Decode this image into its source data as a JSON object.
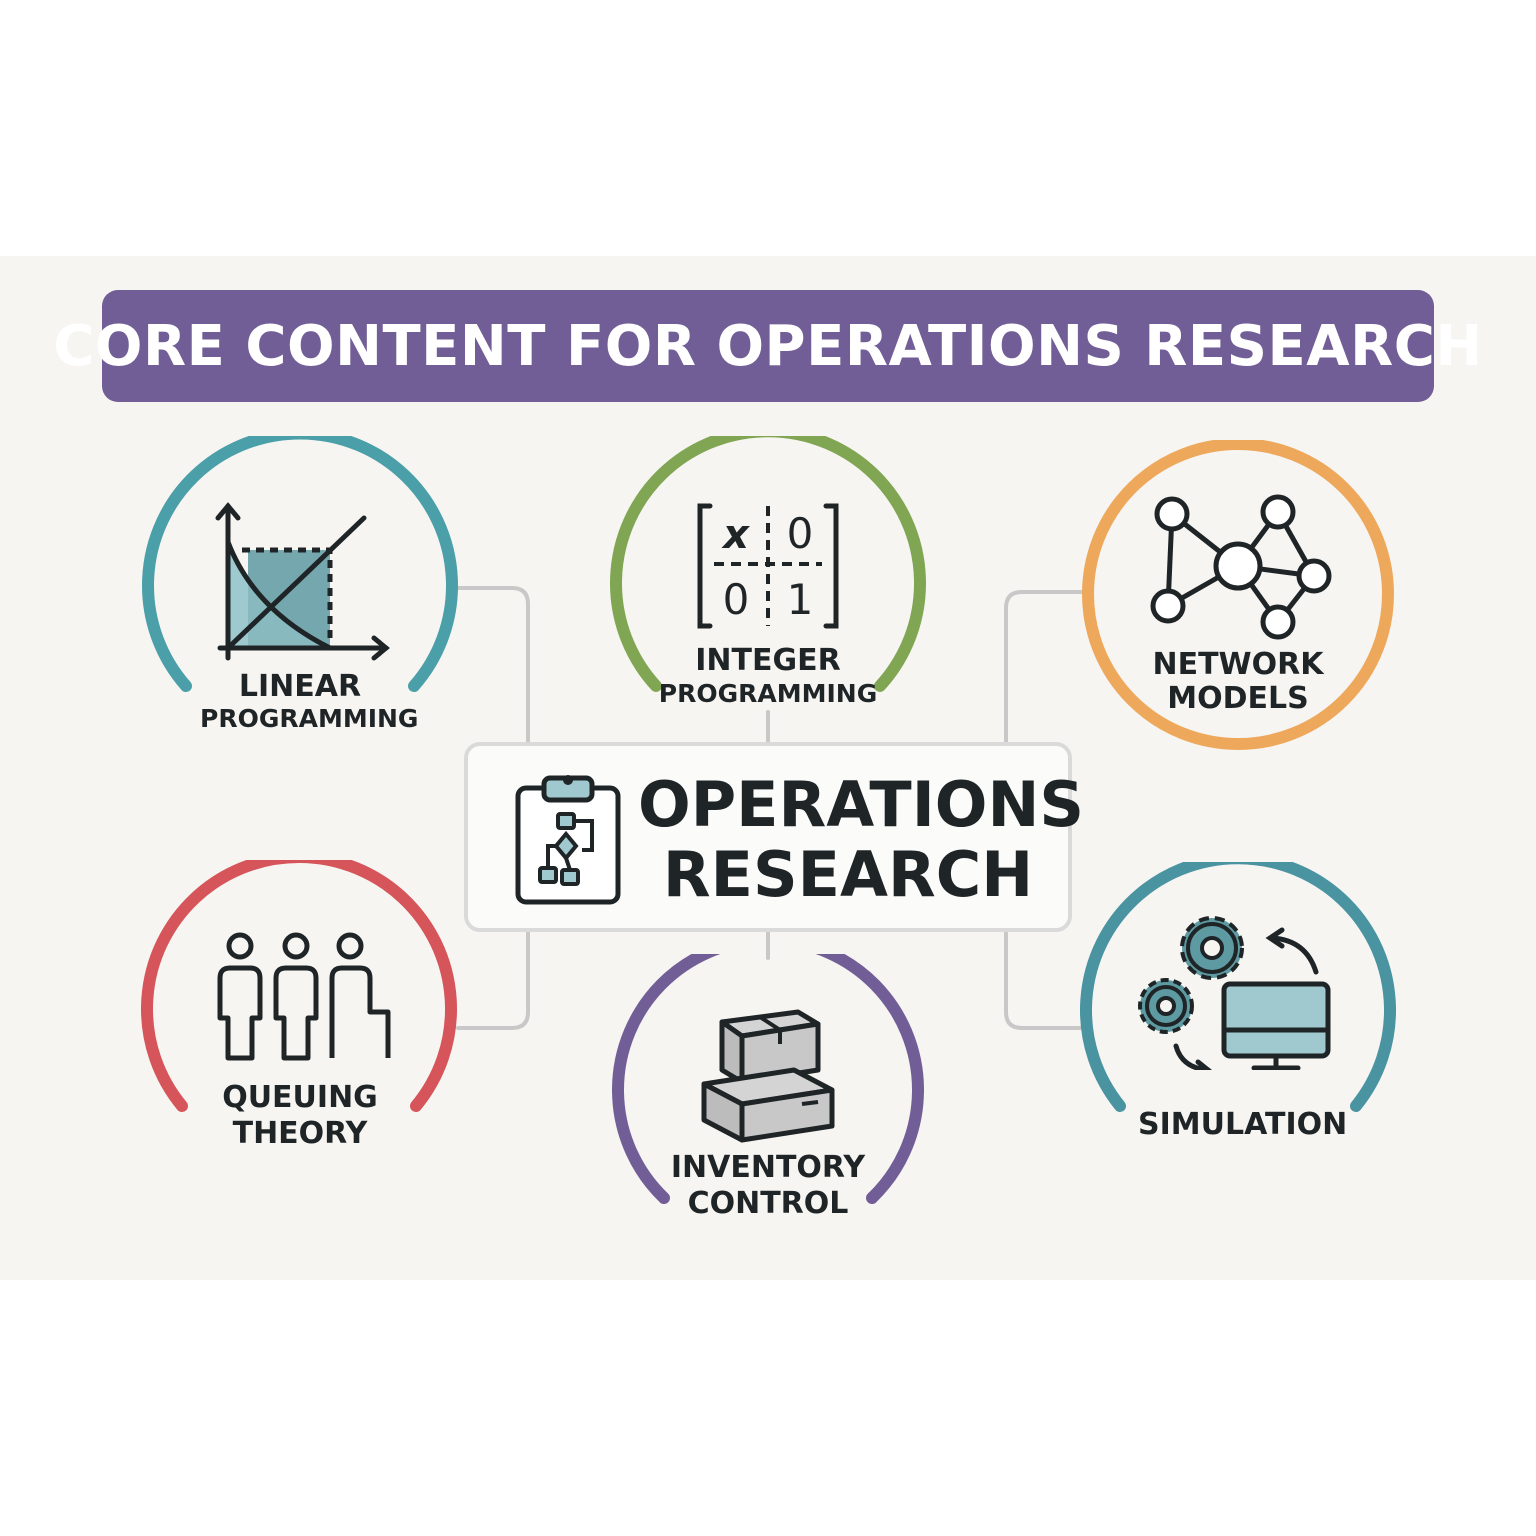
{
  "title": "CORE CONTENT FOR OPERATIONS RESEARCH",
  "center": {
    "line1": "OPERATIONS",
    "line2": "RESEARCH",
    "icon": "clipboard-flowchart-icon"
  },
  "colors": {
    "title_bg": "#725e97",
    "linear": "#4a9fa8",
    "integer": "#80a654",
    "network": "#eea85c",
    "queuing": "#d6555a",
    "inventory": "#725e97",
    "simulation": "#4a93a1",
    "connector": "#c8c8c8"
  },
  "nodes": {
    "linear": {
      "line1": "LINEAR",
      "line2": "PROGRAMMING",
      "icon": "line-graph-icon"
    },
    "integer": {
      "line1": "INTEGER",
      "line2": "PROGRAMMING",
      "icon": "matrix-icon",
      "matrix": {
        "a": "x",
        "b": "0",
        "c": "0",
        "d": "1"
      }
    },
    "network": {
      "line1": "NETWORK",
      "line2": "MODELS",
      "icon": "network-graph-icon"
    },
    "queuing": {
      "line1": "QUEUING",
      "line2": "THEORY",
      "icon": "people-queue-icon"
    },
    "inventory": {
      "line1": "INVENTORY",
      "line2": "CONTROL",
      "icon": "stacked-boxes-icon"
    },
    "simulation": {
      "line1": "SIMULATION",
      "icon": "gears-monitor-icon"
    }
  }
}
